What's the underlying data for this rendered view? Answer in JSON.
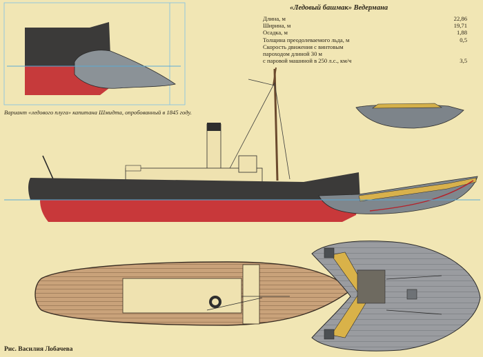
{
  "title": "«Ледовый башмак» Ведермана",
  "specs": [
    {
      "label": "Длина, м",
      "value": "22,86"
    },
    {
      "label": "Ширина, м",
      "value": "19,71"
    },
    {
      "label": "Осадка, м",
      "value": "1,88"
    },
    {
      "label": "Толщина преодолеваемого льда, м",
      "value": "0,5"
    },
    {
      "label": "Скорость движения с винтовым\nпароходом длиной 30 м\nс паровой машиной в 250 л.с., км/ч",
      "value": "3,5"
    }
  ],
  "caption": "Вариант «ледового плуга» капитана Шмидта, опробованный в 1845 году.",
  "credit": "Рис. Василия Лобачева",
  "colors": {
    "paper": "#f1e6b4",
    "hull_dark": "#3b3a39",
    "hull_red": "#c8383a",
    "shoe_grey": "#8e959b",
    "deck_wood": "#c9a27a",
    "waterline": "#5aa9d6",
    "deckhouse": "#efe2b0"
  }
}
